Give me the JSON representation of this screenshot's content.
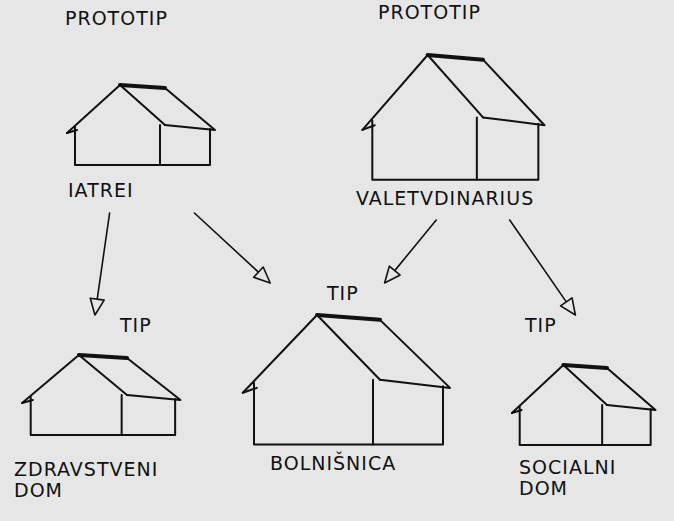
{
  "diagram": {
    "nodes": [
      {
        "text": [
          "PROTOTIP",
          "IATREI"
        ]
      },
      {
        "text": [
          "PROTOTIP",
          "VALETVDINARIUS"
        ]
      },
      {
        "text": [
          "TIP",
          "ZDRAVSTVENI DOM"
        ]
      },
      {
        "text": [
          "TIP",
          "BOLNIŠNICA"
        ]
      },
      {
        "text": [
          "TIP",
          "SOCIALNI DOM"
        ]
      }
    ],
    "edges": [
      {
        "from": 0,
        "to": 2,
        "arrow": "to"
      },
      {
        "from": 0,
        "to": 3,
        "arrow": "to"
      },
      {
        "from": 1,
        "to": 3,
        "arrow": "to"
      },
      {
        "from": 1,
        "to": 4,
        "arrow": "to"
      }
    ]
  }
}
